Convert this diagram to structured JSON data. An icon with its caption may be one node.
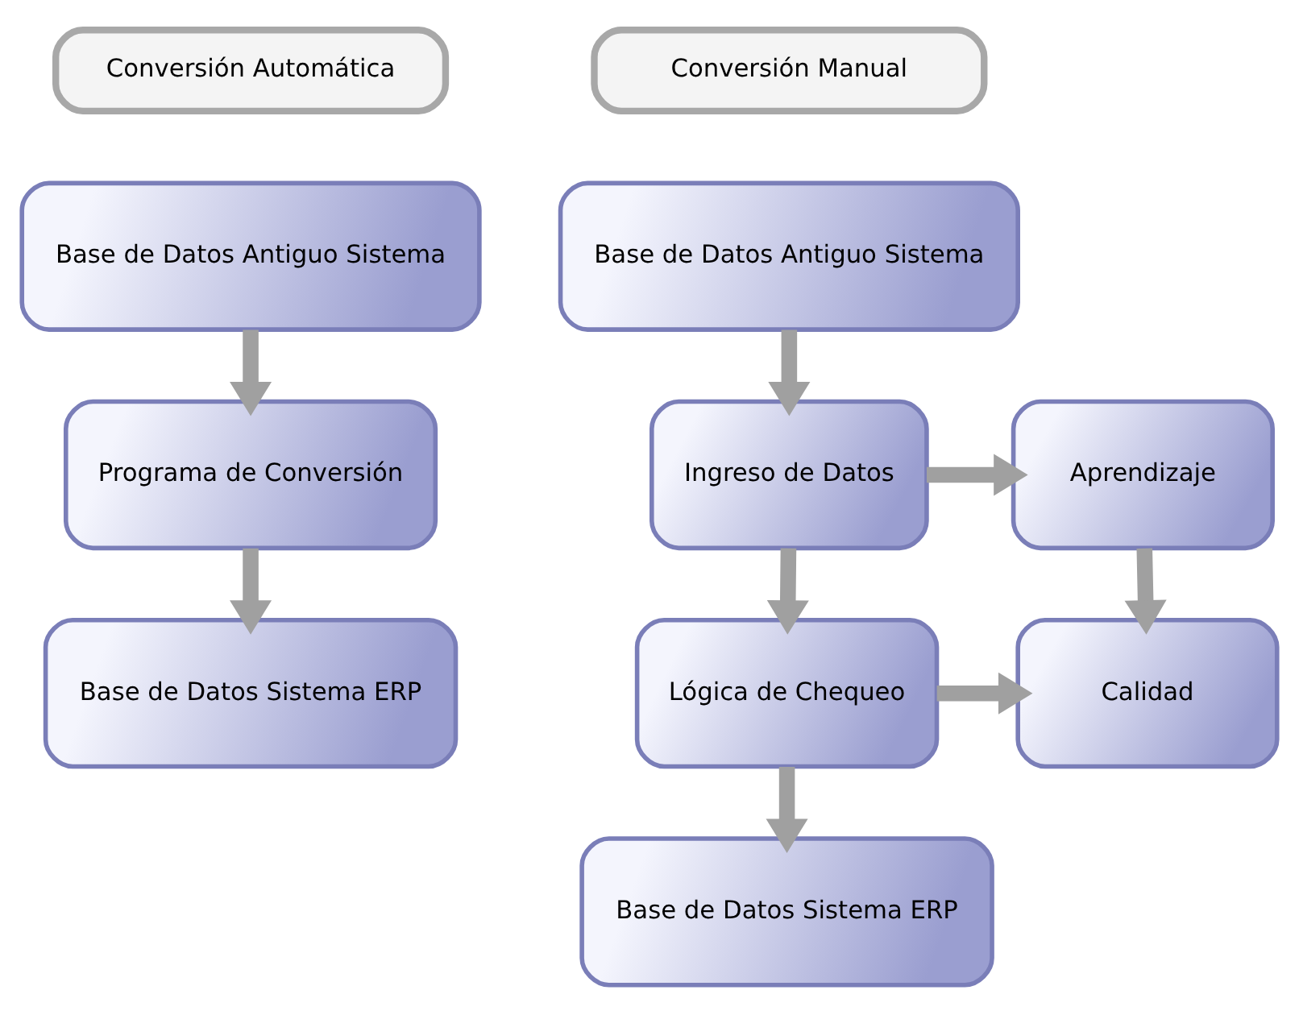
{
  "diagram": {
    "nodes": [
      {
        "text": [
          "Conversión Automática"
        ]
      },
      {
        "text": [
          "Base de Datos Antiguo Sistema"
        ]
      },
      {
        "text": [
          "Programa de Conversión"
        ]
      },
      {
        "text": [
          "Base de Datos Sistema ERP"
        ]
      },
      {
        "text": [
          "Conversión Manual"
        ]
      },
      {
        "text": [
          "Base de Datos Antiguo Sistema"
        ]
      },
      {
        "text": [
          "Ingreso de Datos"
        ]
      },
      {
        "text": [
          "Aprendizaje"
        ]
      },
      {
        "text": [
          "Lógica de Chequeo"
        ]
      },
      {
        "text": [
          "Calidad"
        ]
      },
      {
        "text": [
          "Base de Datos Sistema ERP"
        ]
      }
    ],
    "edges": [
      {
        "from": 1,
        "to": 2,
        "arrow": "to"
      },
      {
        "from": 2,
        "to": 3,
        "arrow": "to"
      },
      {
        "from": 5,
        "to": 6,
        "arrow": "to"
      },
      {
        "from": 6,
        "to": 7,
        "arrow": "to"
      },
      {
        "from": 6,
        "to": 8,
        "arrow": "to"
      },
      {
        "from": 7,
        "to": 9,
        "arrow": "to"
      },
      {
        "from": 8,
        "to": 9,
        "arrow": "to"
      },
      {
        "from": 8,
        "to": 10,
        "arrow": "to"
      }
    ]
  }
}
